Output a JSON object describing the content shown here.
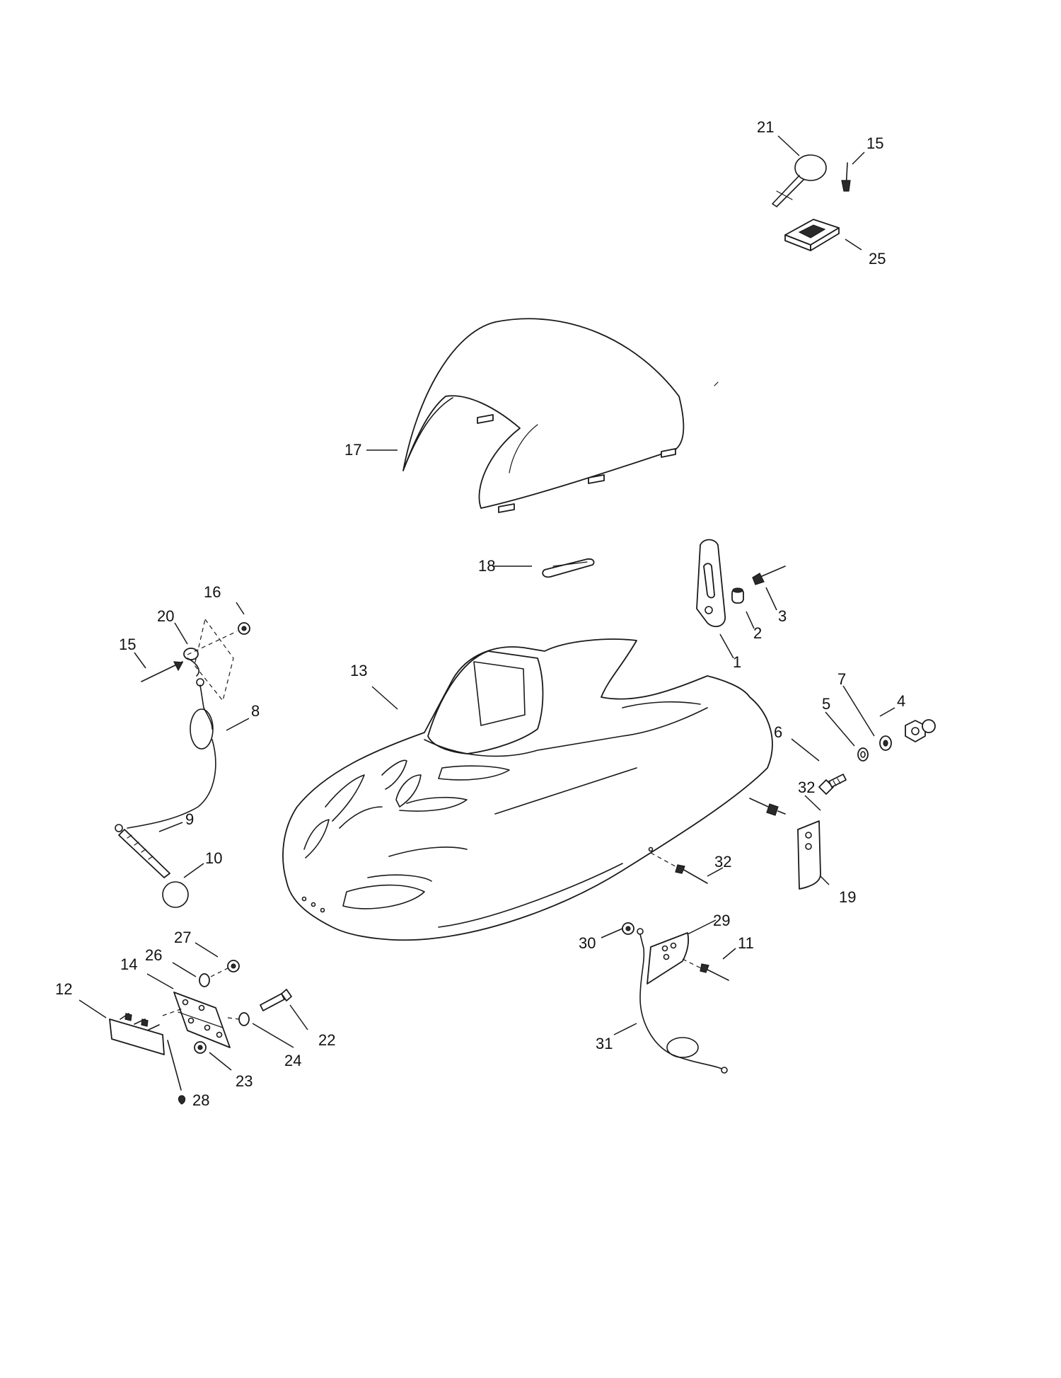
{
  "callouts": {
    "c1": "1",
    "c2": "2",
    "c3": "3",
    "c4": "4",
    "c5": "5",
    "c6": "6",
    "c7": "7",
    "c8": "8",
    "c9": "9",
    "c10": "10",
    "c11": "11",
    "c12": "12",
    "c13": "13",
    "c14": "14",
    "c15a": "15",
    "c15b": "15",
    "c16": "16",
    "c17": "17",
    "c18": "18",
    "c19": "19",
    "c20": "20",
    "c21": "21",
    "c22": "22",
    "c23": "23",
    "c24": "24",
    "c25": "25",
    "c26": "26",
    "c27": "27",
    "c28": "28",
    "c29": "29",
    "c30": "30",
    "c31": "31",
    "c32a": "32",
    "c32b": "32"
  }
}
